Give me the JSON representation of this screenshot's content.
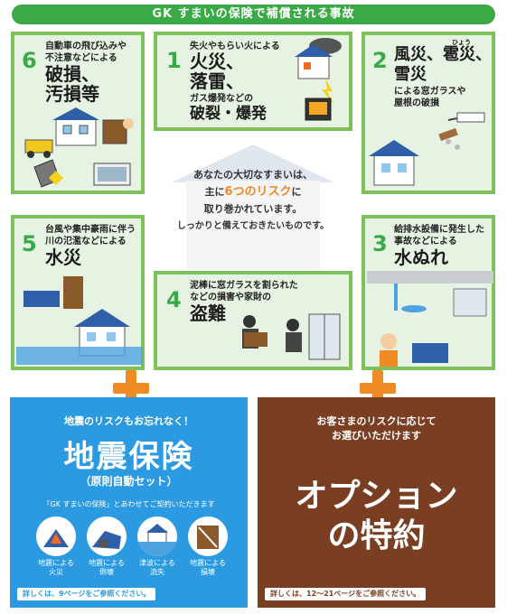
{
  "header": {
    "title": "GK すまいの保険で補償される事故"
  },
  "risks": [
    {
      "num": "1",
      "sub": "失火やもらい火による",
      "big1": "火災、",
      "big2": "落雷、",
      "sub2": "ガス爆発などの",
      "big3": "破裂・爆発"
    },
    {
      "num": "2",
      "ruby": "ひょう",
      "big1": "風災、雹災、",
      "big2": "雪災",
      "sub": "による窓ガラスや",
      "sub2": "屋根の破損"
    },
    {
      "num": "3",
      "sub": "給排水設備に発生した",
      "sub2": "事故などによる",
      "big1": "水ぬれ"
    },
    {
      "num": "4",
      "sub": "泥棒に窓ガラスを割られた",
      "sub2": "などの損害や家財の",
      "big1": "盗難"
    },
    {
      "num": "5",
      "sub": "台風や集中豪雨に伴う",
      "sub2": "川の氾濫などによる",
      "big1": "水災"
    },
    {
      "num": "6",
      "sub": "自動車の飛び込みや",
      "sub2": "不注意などによる",
      "big1": "破損、",
      "big2": "汚損等"
    }
  ],
  "center": {
    "line1": "あなたの大切なすまいは、",
    "line2a": "主に",
    "line2b": "6つのリスク",
    "line2c": "に",
    "line3": "取り巻かれています。",
    "line4": "しっかりと備えておきたいものです。"
  },
  "earthquake": {
    "lead": "地震のリスクもお忘れなく！",
    "title": "地震保険",
    "subtitle": "（原則自動セット）",
    "note": "「GK すまいの保険」とあわせてご契約いただきます",
    "items": [
      {
        "label1": "地震による",
        "label2": "火災"
      },
      {
        "label1": "地震による",
        "label2": "倒壊"
      },
      {
        "label1": "津波による",
        "label2": "流失"
      },
      {
        "label1": "地震による",
        "label2": "損壊"
      }
    ],
    "ref": "詳しくは、9ページをご参照ください。"
  },
  "option": {
    "lead1": "お客さまのリスクに応じて",
    "lead2": "お選びいただけます",
    "title1": "オプション",
    "title2": "の特約",
    "ref": "詳しくは、12〜21ページをご参照ください。"
  },
  "colors": {
    "green": "#3aaa47",
    "card_bg": "#e6f3e3",
    "orange": "#f08a22",
    "blue": "#2b9ae0",
    "brown": "#7a3f22"
  }
}
